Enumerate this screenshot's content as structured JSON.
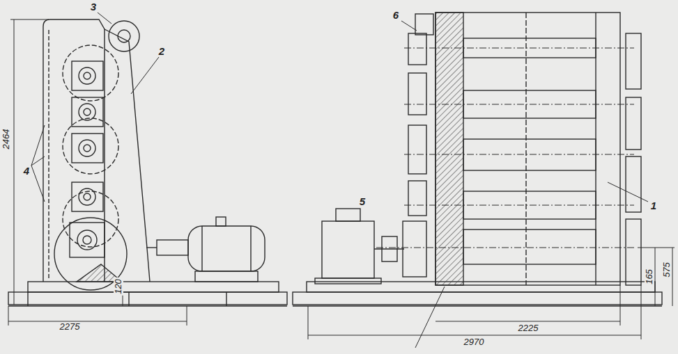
{
  "diagram": {
    "labels": [
      "3",
      "6",
      "2",
      "4",
      "1",
      "5",
      "2464",
      "120",
      "165",
      "575",
      "2275",
      "2225",
      "2970"
    ]
  }
}
